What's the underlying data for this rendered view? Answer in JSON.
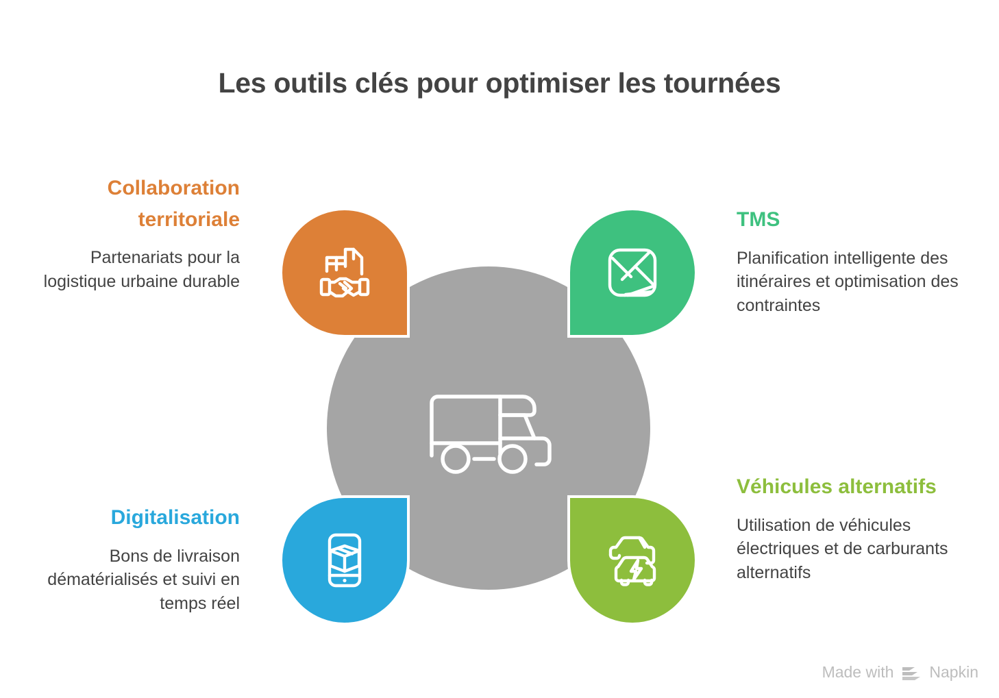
{
  "title": "Les outils clés pour optimiser les tournées",
  "center": {
    "icon": "delivery-truck-icon",
    "color": "#a5a5a5"
  },
  "nodes": [
    {
      "id": "collaboration-territoriale",
      "heading": "Collaboration territoriale",
      "body": "Partenariats pour la logistique urbaine durable",
      "color": "#dd8037",
      "icon": "handshake-city-icon",
      "position": "top-left"
    },
    {
      "id": "tms",
      "heading": "TMS",
      "body": "Planification intelligente des itinéraires et optimisation des contraintes",
      "color": "#3ec17f",
      "icon": "route-map-icon",
      "position": "top-right"
    },
    {
      "id": "digitalisation",
      "heading": "Digitalisation",
      "body": "Bons de livraison dématérialisés et suivi en temps réel",
      "color": "#29a8dc",
      "icon": "mobile-package-icon",
      "position": "bottom-left"
    },
    {
      "id": "vehicules-alternatifs",
      "heading": "Véhicules alternatifs",
      "body": "Utilisation de véhicules électriques et de carburants alternatifs",
      "color": "#8dbe3d",
      "icon": "electric-vehicles-icon",
      "position": "bottom-right"
    }
  ],
  "watermark": {
    "text": "Made with",
    "brand": "Napkin",
    "logo": "napkin-logo-icon"
  }
}
